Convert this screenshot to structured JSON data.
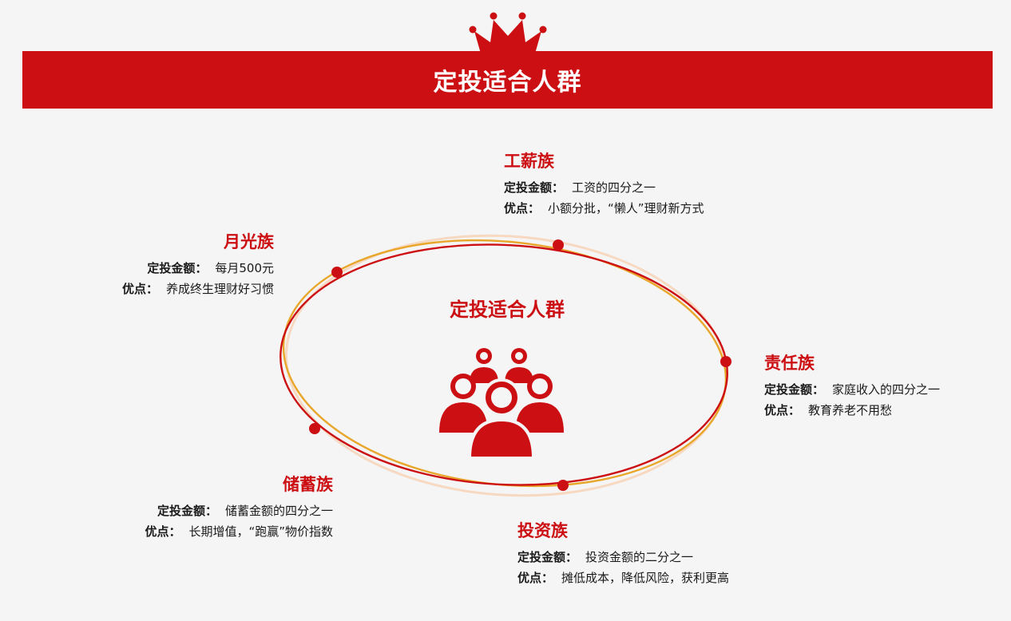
{
  "header": {
    "title": "定投适合人群"
  },
  "center": {
    "title": "定投适合人群",
    "icon": "people-group-icon"
  },
  "colors": {
    "accent": "#cc0f12",
    "ring_secondary": "#e8a72b",
    "background": "#f5f5f5"
  },
  "labels": {
    "amount": "定投金额：",
    "merit": "优点："
  },
  "groups": [
    {
      "name": "工薪族",
      "amount": "工资的四分之一",
      "merit": "小额分批，“懒人”理财新方式"
    },
    {
      "name": "月光族",
      "amount": "每月500元",
      "merit": "养成终生理财好习惯"
    },
    {
      "name": "责任族",
      "amount": "家庭收入的四分之一",
      "merit": "教育养老不用愁"
    },
    {
      "name": "储蓄族",
      "amount": "储蓄金额的四分之一",
      "merit": "长期增值，“跑赢”物价指数"
    },
    {
      "name": "投资族",
      "amount": "投资金额的二分之一",
      "merit": "摊低成本，降低风险，获利更高"
    }
  ]
}
